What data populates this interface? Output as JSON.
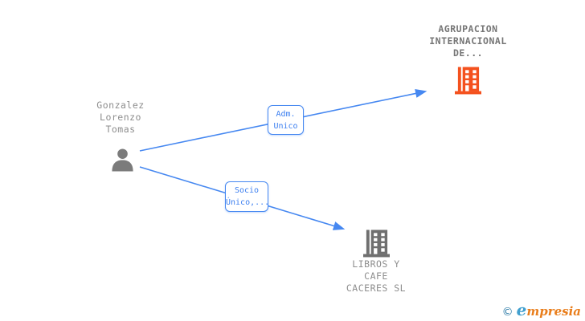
{
  "diagram": {
    "nodes": {
      "person": {
        "type": "person",
        "line1": "Gonzalez",
        "line2": "Lorenzo",
        "line3": "Tomas"
      },
      "company_top": {
        "type": "company",
        "line1": "AGRUPACION",
        "line2": "INTERNACIONAL",
        "line3": "DE..."
      },
      "company_bottom": {
        "type": "company",
        "line1": "LIBROS Y",
        "line2": "CAFE",
        "line3": "CACERES SL"
      }
    },
    "edges": {
      "adm": {
        "from": "person",
        "to": "company_top",
        "line1": "Adm.",
        "line2": "Unico"
      },
      "socio": {
        "from": "person",
        "to": "company_bottom",
        "line1": "Socio",
        "line2": "Único,..."
      }
    }
  },
  "footer": {
    "copyright": "©",
    "brand_initial": "e",
    "brand_rest": "mpresia"
  },
  "colors": {
    "edge_blue": "#4688f1",
    "edge_text_blue": "#3c7ff0",
    "building_orange": "#f4511e",
    "building_gray": "#6f6f6f",
    "person_gray": "#7b7b7b",
    "label_gray": "#8d8d8d",
    "title_gray": "#757575",
    "logo_blue": "#2e7ca8",
    "logo_light_blue": "#41a0cf",
    "logo_orange": "#e97d1a"
  }
}
